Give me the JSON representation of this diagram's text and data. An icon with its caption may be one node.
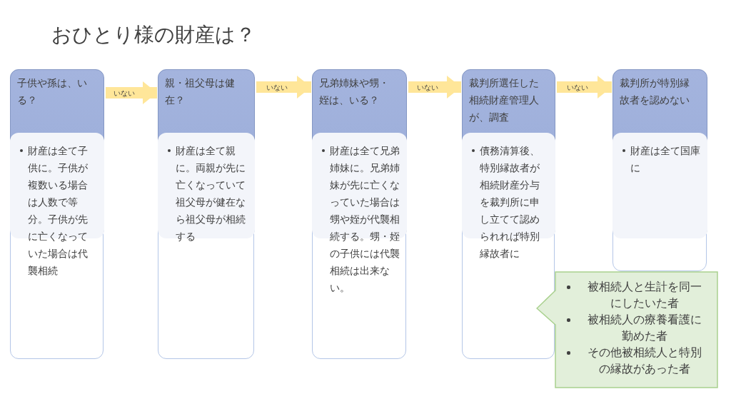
{
  "diagram": {
    "title": "おひとり様の財産は？",
    "nodes": [
      {
        "text": [
          "子供や孫は、いる？",
          "財産は全て子供に。子供が複数いる場合は人数で等分。子供が先に亡くなっていた場合は代襲相続"
        ]
      },
      {
        "text": [
          "親・祖父母は健在？",
          "財産は全て親に。両親が先に亡くなっていて祖父母が健在なら祖父母が相続する"
        ]
      },
      {
        "text": [
          "兄弟姉妹や甥・姪は、いる？",
          "財産は全て兄弟姉妹に。兄弟姉妹が先に亡くなっていた場合は甥や姪が代襲相続する。甥・姪の子供には代襲相続は出来ない。"
        ]
      },
      {
        "text": [
          "裁判所選任した相続財産管理人が、調査",
          "債務清算後、特別縁故者が相続財産分与を裁判所に申し立てて認められれば特別縁故者に"
        ]
      },
      {
        "text": [
          "裁判所が特別縁故者を認めない",
          "財産は全て国庫に"
        ]
      },
      {
        "text": [
          "被相続人と生計を同一にしたいた者",
          "被相続人の療養看護に勤めた者",
          "その他被相続人と特別の縁故があった者"
        ]
      }
    ],
    "edges": [
      {
        "from": 0,
        "to": 1,
        "arrow": "to",
        "label": "いない"
      },
      {
        "from": 1,
        "to": 2,
        "arrow": "to",
        "label": "いない"
      },
      {
        "from": 2,
        "to": 3,
        "arrow": "to",
        "label": "いない"
      },
      {
        "from": 3,
        "to": 4,
        "arrow": "to",
        "label": "いない"
      }
    ]
  }
}
